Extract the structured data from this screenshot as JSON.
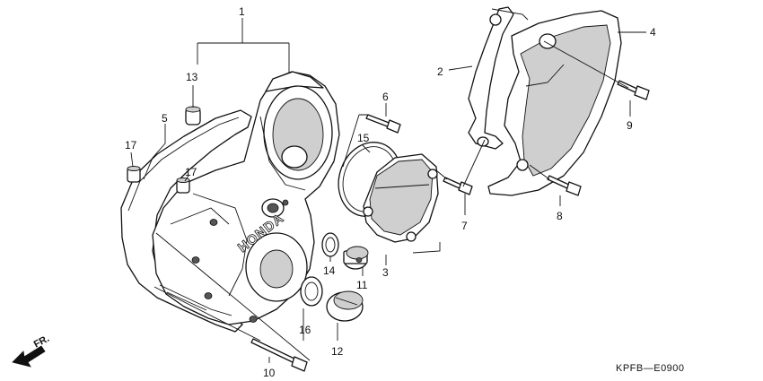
{
  "diagram_code": "KPFB—E0900",
  "front_label": "FR.",
  "brand_mark": "HONDA",
  "callouts": {
    "c1": "1",
    "c2": "2",
    "c3": "3",
    "c4": "4",
    "c5": "5",
    "c6": "6",
    "c7": "7",
    "c8": "8",
    "c9": "9",
    "c10": "10",
    "c11": "11",
    "c12": "12",
    "c13": "13",
    "c14": "14",
    "c15": "15",
    "c16": "16",
    "c17a": "17",
    "c17b": "17"
  }
}
